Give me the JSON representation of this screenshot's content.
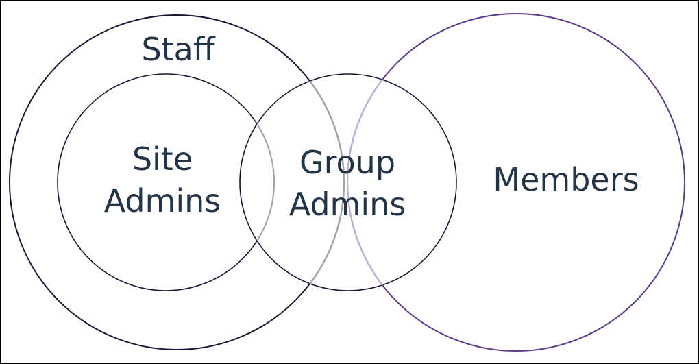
{
  "diagram": {
    "labels": {
      "staff": "Staff",
      "site_line1": "Site",
      "site_line2": "Admins",
      "group_line1": "Group",
      "group_line2": "Admins",
      "members": "Members"
    },
    "colors": {
      "staff_stroke": "#1d1233",
      "inner_stroke": "#1d1233",
      "members_stroke": "#5b3a8c",
      "faded_stroke": "#a8a0b0",
      "text": "#243447",
      "frame": "#000000"
    }
  }
}
